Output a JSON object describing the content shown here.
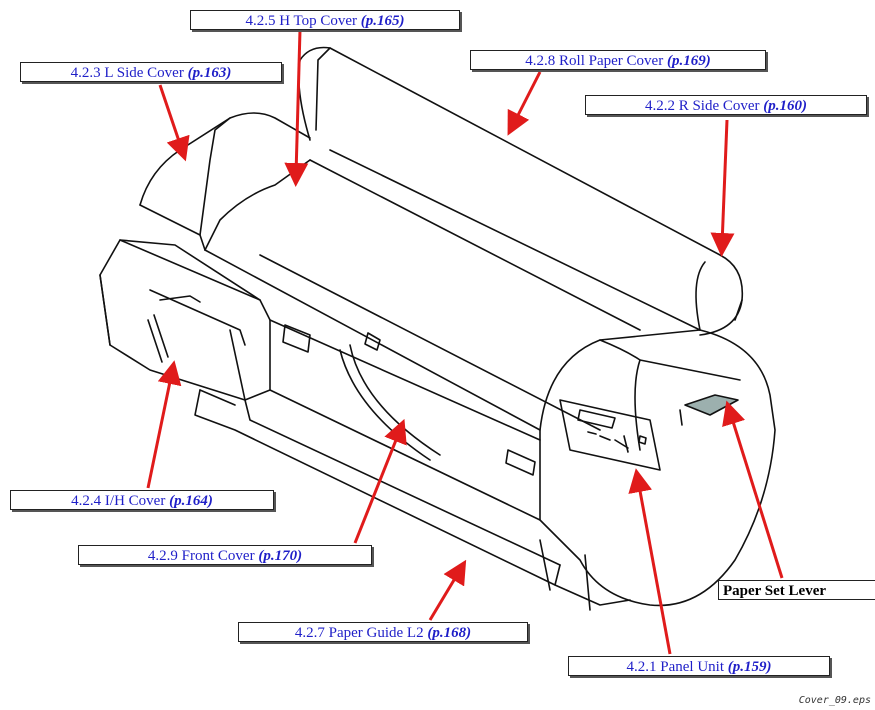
{
  "callouts": {
    "h_top_cover": {
      "label": "4.2.5 H Top Cover ",
      "page": "(p.165)"
    },
    "l_side_cover": {
      "label": "4.2.3 L Side Cover ",
      "page": "(p.163)"
    },
    "roll_paper_cover": {
      "label": "4.2.8 Roll Paper Cover ",
      "page": "(p.169)"
    },
    "r_side_cover": {
      "label": "4.2.2 R Side Cover ",
      "page": "(p.160)"
    },
    "ih_cover": {
      "label": "4.2.4 I/H Cover ",
      "page": "(p.164)"
    },
    "front_cover": {
      "label": "4.2.9 Front Cover ",
      "page": "(p.170)"
    },
    "paper_guide_l2": {
      "label": "4.2.7 Paper Guide L2 ",
      "page": "(p.168)"
    },
    "panel_unit": {
      "label": "4.2.1 Panel Unit ",
      "page": "(p.159)"
    },
    "paper_set_lever": {
      "label": "Paper Set Lever"
    }
  },
  "filename": "Cover_09.eps",
  "colors": {
    "callout_text": "#1f1fc8",
    "arrow": "#e01b1b",
    "line_art": "#111111"
  }
}
